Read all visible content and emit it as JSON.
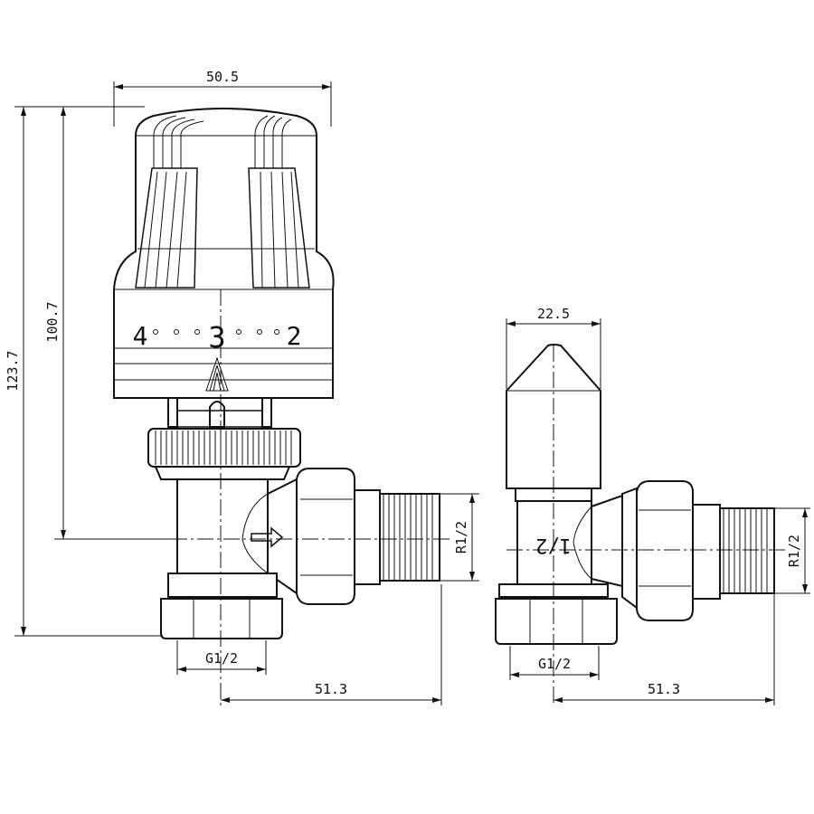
{
  "dimensions": {
    "width_top": "50.5",
    "height_total": "123.7",
    "height_to_axis": "100.7",
    "width_side_head": "22.5",
    "thread_bottom_front": "G1/2",
    "thread_bottom_side": "G1/2",
    "thread_outlet_front": "R1/2",
    "thread_outlet_side": "R1/2",
    "offset_front": "51.3",
    "offset_side": "51.3"
  },
  "dial": {
    "left": "4",
    "center": "3",
    "right": "2"
  },
  "body_mark": "1/2",
  "colors": {
    "line": "#111111",
    "background": "#ffffff"
  }
}
